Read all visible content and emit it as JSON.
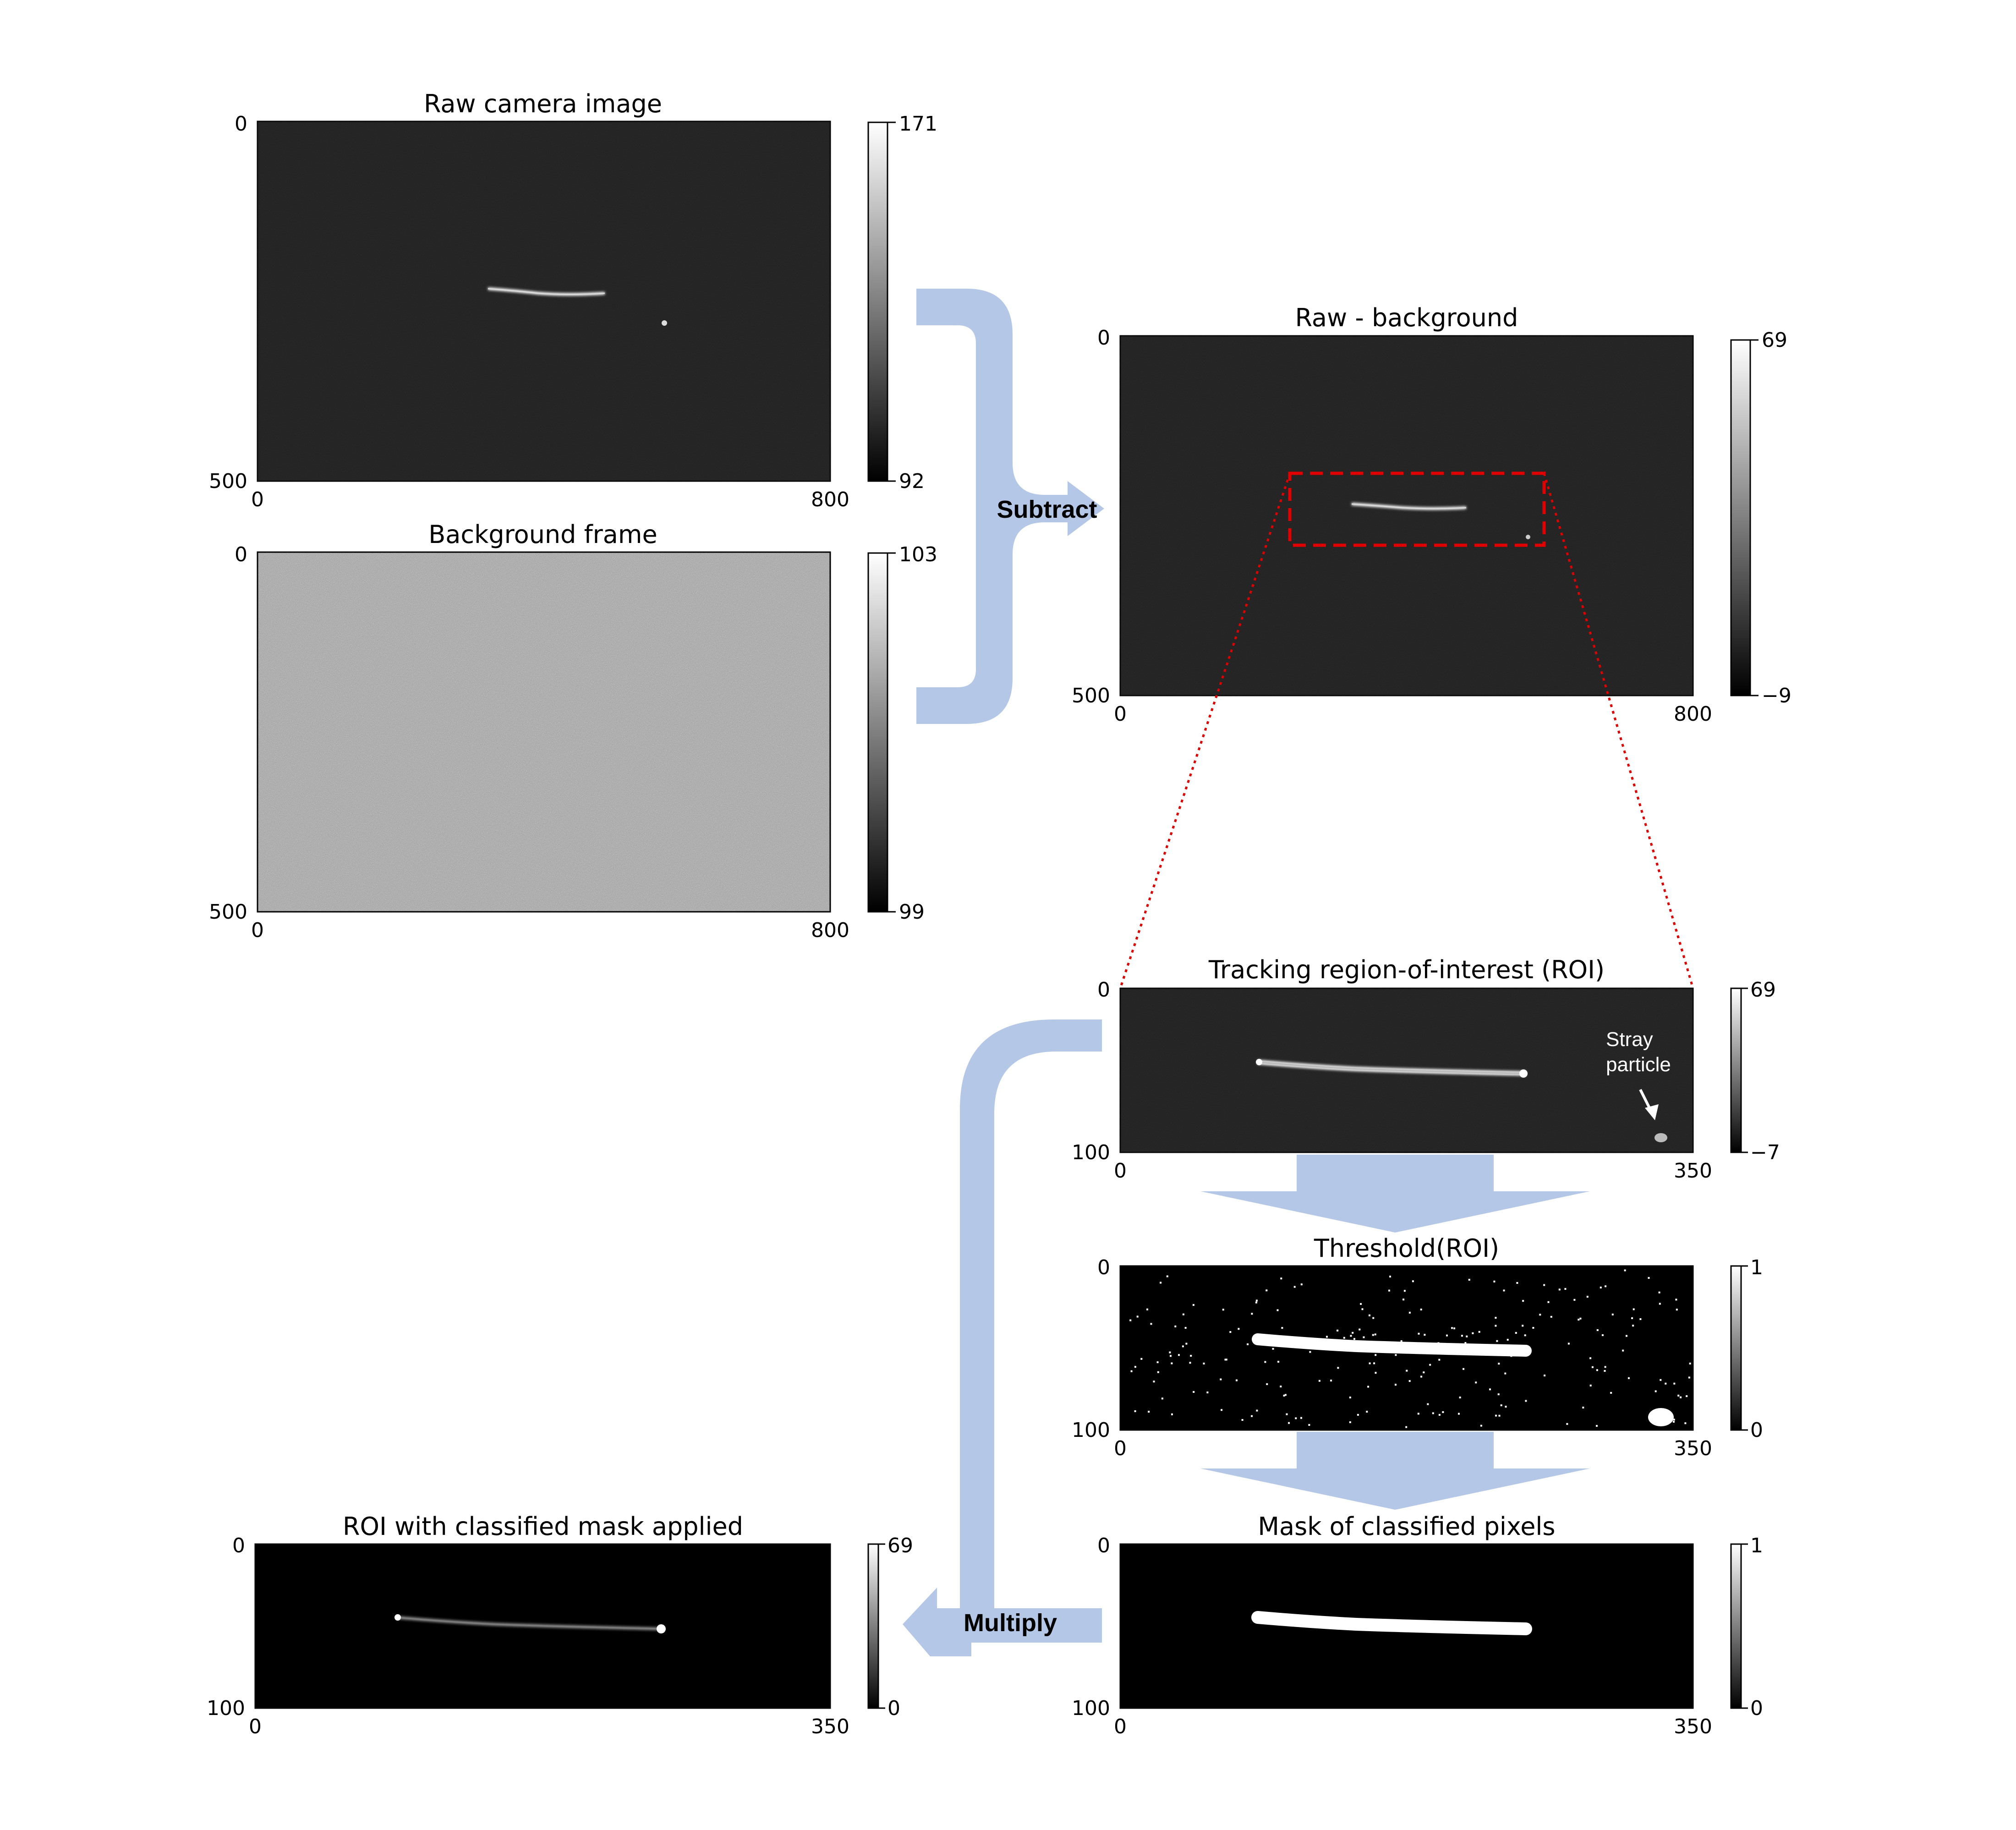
{
  "colors": {
    "flow_arrow": "#b4c7e7",
    "roi_box": "#e00000",
    "dark_frame": "#1a1a1a",
    "background_frame": "#9a9a9a"
  },
  "panels": {
    "raw": {
      "title": "Raw camera image",
      "y_ticks": [
        "0",
        "500"
      ],
      "x_ticks": [
        "0",
        "800"
      ],
      "cbar": [
        "171",
        "92"
      ]
    },
    "background": {
      "title": "Background frame",
      "y_ticks": [
        "0",
        "500"
      ],
      "x_ticks": [
        "0",
        "800"
      ],
      "cbar": [
        "103",
        "99"
      ]
    },
    "subtracted": {
      "title": "Raw - background",
      "y_ticks": [
        "0",
        "500"
      ],
      "x_ticks": [
        "0",
        "800"
      ],
      "cbar": [
        "69",
        "−9"
      ]
    },
    "roi": {
      "title": "Tracking region-of-interest (ROI)",
      "y_ticks": [
        "0",
        "100"
      ],
      "x_ticks": [
        "0",
        "350"
      ],
      "cbar": [
        "69",
        "−7"
      ],
      "annotation": [
        "Stray",
        "particle"
      ]
    },
    "threshold": {
      "title": "Threshold(ROI)",
      "y_ticks": [
        "0",
        "100"
      ],
      "x_ticks": [
        "0",
        "350"
      ],
      "cbar": [
        "1",
        "0"
      ]
    },
    "mask": {
      "title": "Mask of classified pixels",
      "y_ticks": [
        "0",
        "100"
      ],
      "x_ticks": [
        "0",
        "350"
      ],
      "cbar": [
        "1",
        "0"
      ]
    },
    "result": {
      "title": "ROI with classified mask applied",
      "y_ticks": [
        "0",
        "100"
      ],
      "x_ticks": [
        "0",
        "350"
      ],
      "cbar": [
        "69",
        "0"
      ]
    }
  },
  "flow": {
    "subtract_label": "Subtract",
    "multiply_label": "Multiply"
  }
}
